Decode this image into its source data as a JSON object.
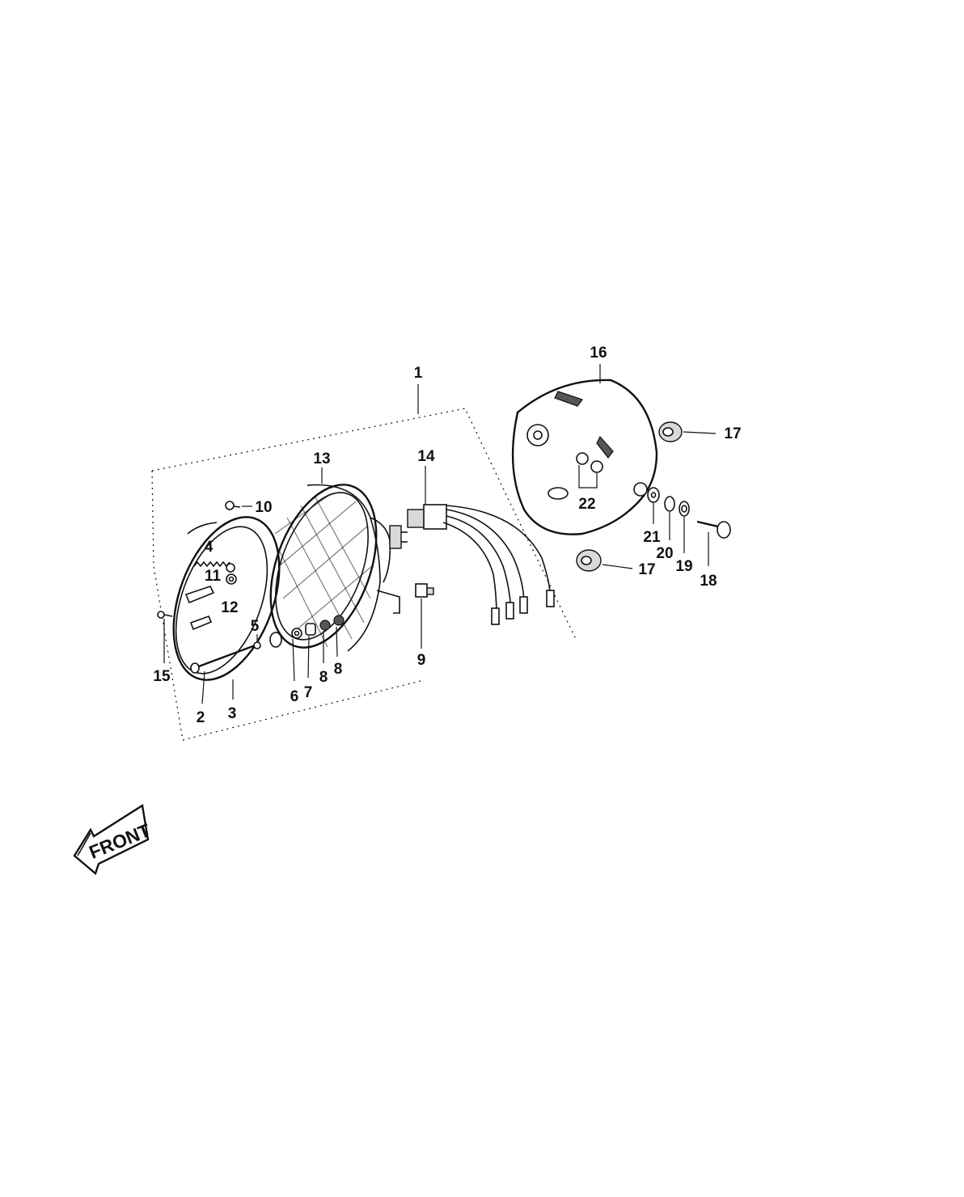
{
  "diagram": {
    "labels": {
      "l1": "1",
      "l2": "2",
      "l3": "3",
      "l4": "4",
      "l5": "5",
      "l6": "6",
      "l7": "7",
      "l8a": "8",
      "l8b": "8",
      "l9": "9",
      "l10": "10",
      "l11": "11",
      "l12": "12",
      "l13": "13",
      "l14": "14",
      "l15": "15",
      "l16": "16",
      "l17a": "17",
      "l17b": "17",
      "l18": "18",
      "l19": "19",
      "l20": "20",
      "l21": "21",
      "l22": "22"
    },
    "front_label": "FRONT"
  }
}
